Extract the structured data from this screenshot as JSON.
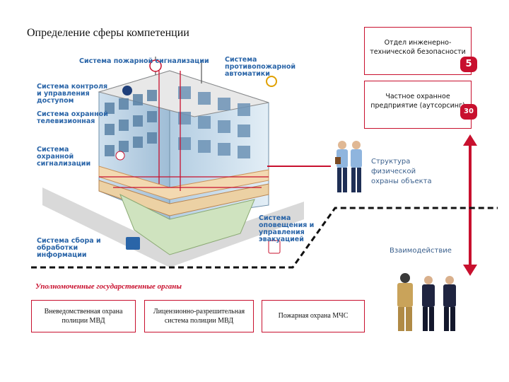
{
  "title": "Определение сферы компетенции",
  "right_boxes": [
    {
      "text": "Отдел инженерно-технической безопасности",
      "badge": "5"
    },
    {
      "text": "Частное охранное предприятие (аутсорсинг)",
      "badge": "30"
    }
  ],
  "structure_label": "Структура физической охраны объекта",
  "interaction_label": "Взаимодействие",
  "authorities_title": "Уполномоченные государственные органы",
  "authority_boxes": [
    "Вневедомственная охрана полиции МВД",
    "Лицензионно-разрешительная система полиции МВД",
    "Пожарная охрана МЧС"
  ],
  "systems": {
    "fire_alarm": "Система пожарной сигнализации",
    "fire_automation": "Система противопожарной автоматики",
    "access_control": "Система контроля и управления доступом",
    "cctv": "Система охранной телевизионная",
    "security_alarm": "Система охранной сигнализации",
    "evacuation": "Система оповещения и управления эвакуацией",
    "data_processing": "Система сбора и обработки информации"
  },
  "colors": {
    "accent": "#c8102e",
    "blue_text": "#3a5f8c",
    "system_text": "#2a65a8"
  }
}
